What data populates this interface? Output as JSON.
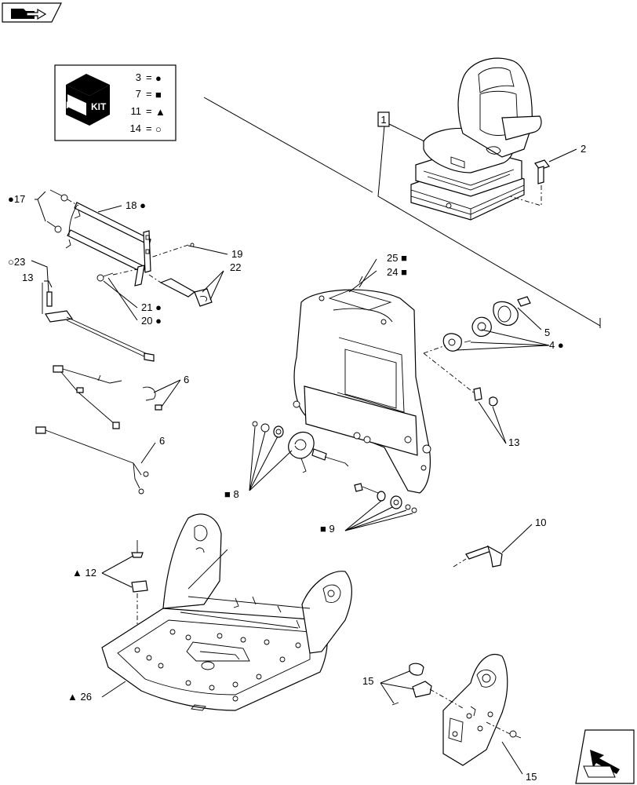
{
  "kit_legend": {
    "kit_text": "KIT",
    "entries": [
      {
        "number": "3",
        "symbol": "●"
      },
      {
        "number": "7",
        "symbol": "■"
      },
      {
        "number": "11",
        "symbol": "▲"
      },
      {
        "number": "14",
        "symbol": "○"
      }
    ]
  },
  "assembly_box_label": "1",
  "callouts": {
    "c2": "2",
    "c4": "4 ●",
    "c5": "5",
    "c6a": "6",
    "c6b": "6",
    "c8": "■ 8",
    "c9": "■ 9",
    "c10": "10",
    "c12": "▲ 12",
    "c13a": "13",
    "c13b": "13",
    "c15a": "15",
    "c15b": "15",
    "c17": "●17",
    "c18": "18 ●",
    "c19": "19",
    "c20": "20 ●",
    "c21": "21 ●",
    "c22": "22",
    "c23": "○23",
    "c24": "24 ■",
    "c25": "25 ■",
    "c26": "▲ 26"
  }
}
